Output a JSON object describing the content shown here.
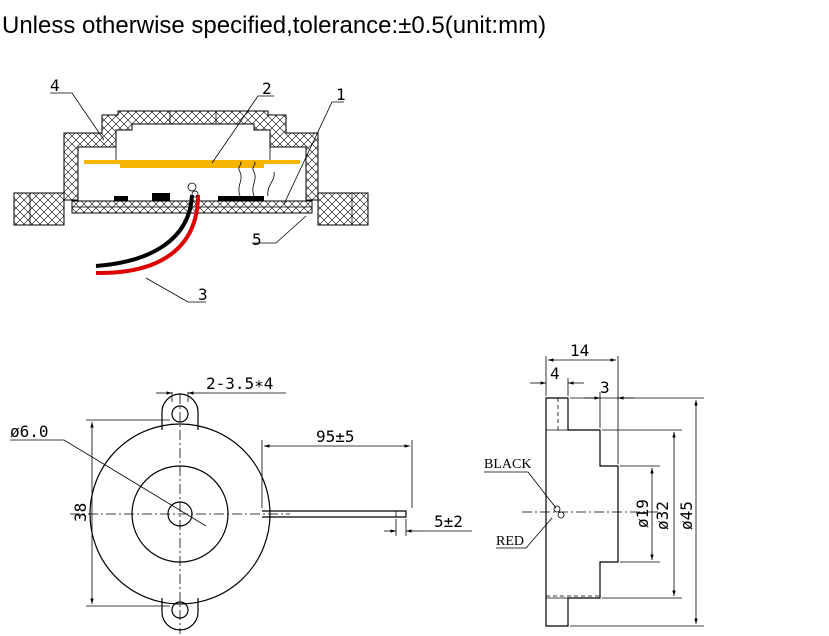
{
  "note": "Unless otherwise specified,tolerance:±0.5(unit:mm)",
  "section_view": {
    "callouts": [
      "1",
      "2",
      "3",
      "4",
      "5"
    ],
    "colors": {
      "disc": "#f5b400",
      "wire_black": "#000000",
      "wire_red": "#e00000"
    }
  },
  "front_view": {
    "dims": {
      "holes": "2-3.5∗4",
      "hole_dia": "ø6.0",
      "lead_length": "95±5",
      "strip_length": "5±2",
      "height": "38"
    }
  },
  "side_view": {
    "dims": {
      "total_width": "14",
      "flange": "4",
      "step": "3",
      "d_small": "ø19",
      "d_mid": "ø32",
      "d_large": "ø45"
    },
    "wire_labels": {
      "black": "BLACK",
      "red": "RED"
    }
  }
}
